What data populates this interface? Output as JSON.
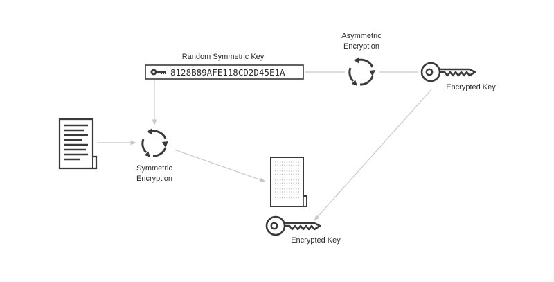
{
  "labels": {
    "random_key_title": "Random Symmetric Key",
    "random_key_value": "8128B89AFE118CD2D45E1A",
    "asymmetric_line1": "Asymmetric",
    "asymmetric_line2": "Encryption",
    "symmetric_line1": "Symmetric",
    "symmetric_line2": "Encryption",
    "encrypted_key_top": "Encrypted Key",
    "encrypted_key_bottom": "Encrypted Key"
  },
  "icons": {
    "plaintext_document": "document-icon",
    "encrypted_document": "encrypted-document-icon",
    "symmetric_cycle": "cycle-icon",
    "asymmetric_cycle": "cycle-icon",
    "small_key": "key-icon",
    "encrypted_key_top": "key-icon",
    "encrypted_key_bottom": "key-icon"
  },
  "colors": {
    "ink": "#3a3a3a",
    "connector": "#c8c8c8"
  }
}
